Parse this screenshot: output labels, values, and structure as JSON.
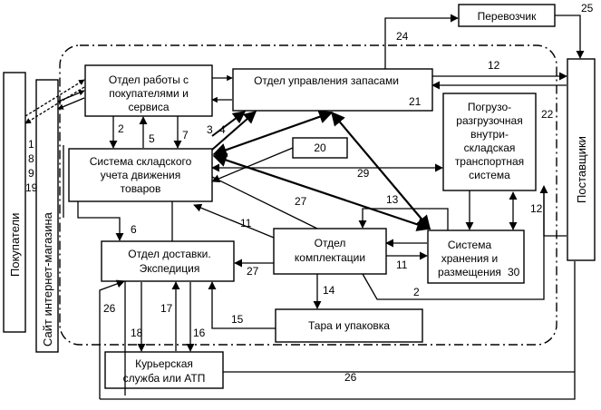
{
  "boxes": {
    "buyers": "Покупатели",
    "website": "Сайт интернет-магазина",
    "customer_service": [
      "Отдел работы с",
      "покупателями и",
      "сервиса"
    ],
    "inventory_management": "Отдел управления запасами",
    "carrier": "Перевозчик",
    "suppliers": "Поставщики",
    "warehouse_accounting": [
      "Система складского",
      "учета движения",
      "товаров"
    ],
    "loading_system": [
      "Погрузо-",
      "разгрузочная",
      "внутри-",
      "складская",
      "транспортная",
      "система"
    ],
    "delivery": [
      "Отдел доставки.",
      "Экспедиция"
    ],
    "picking": [
      "Отдел",
      "комплектации"
    ],
    "storage": [
      "Система",
      "хранения и",
      "размещения"
    ],
    "packaging": "Тара и упаковка",
    "courier": [
      "Курьерская",
      "служба или АТП"
    ],
    "box20": "20"
  },
  "numbers": {
    "n25": "25",
    "n24": "24",
    "n12a": "12",
    "n21": "21",
    "n22": "22",
    "buyers_list": [
      "1",
      "8",
      "9",
      "19"
    ],
    "n2a": "2",
    "n5": "5",
    "n7": "7",
    "n3": "3",
    "n4": "4",
    "n29": "29",
    "n6": "6",
    "n27a": "27",
    "n11a": "11",
    "n13": "13",
    "n12b": "12",
    "n27b": "27",
    "n11b": "11",
    "n30": "30",
    "n14": "14",
    "n2b": "2",
    "n26a": "26",
    "n17": "17",
    "n18": "18",
    "n16": "16",
    "n15": "15",
    "n26b": "26"
  }
}
